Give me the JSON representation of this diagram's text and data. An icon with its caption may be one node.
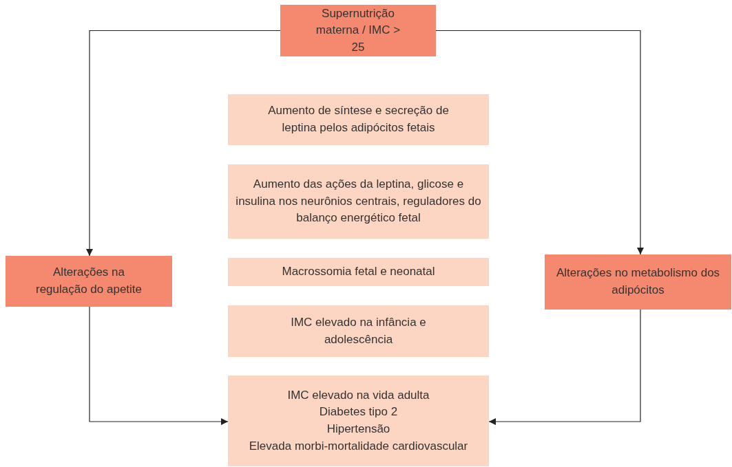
{
  "diagram": {
    "nodes": [
      {
        "text": [
          "Supernutrição materna / IMC > 25"
        ]
      },
      {
        "text": [
          "Aumento de síntese e secreção de leptina pelos adipócitos fetais"
        ]
      },
      {
        "text": [
          "Aumento das ações da leptina, glicose e insulina nos neurônios centrais, reguladores do balanço energético fetal"
        ]
      },
      {
        "text": [
          "Macrossomia fetal e neonatal"
        ]
      },
      {
        "text": [
          "IMC elevado na infância e adolescência"
        ]
      },
      {
        "text": [
          "IMC elevado na vida adulta",
          "Diabetes tipo 2",
          "Hipertensão",
          "Elevada morbi-mortalidade cardiovascular"
        ]
      },
      {
        "text": [
          "Alterações na regulação do apetite"
        ]
      },
      {
        "text": [
          "Alterações no metabolismo dos adipócitos"
        ]
      }
    ],
    "edges": [
      {
        "from": 0,
        "to": 6,
        "arrow": "to"
      },
      {
        "from": 0,
        "to": 7,
        "arrow": "to"
      },
      {
        "from": 6,
        "to": 5,
        "arrow": "to"
      },
      {
        "from": 7,
        "to": 5,
        "arrow": "to"
      }
    ]
  }
}
